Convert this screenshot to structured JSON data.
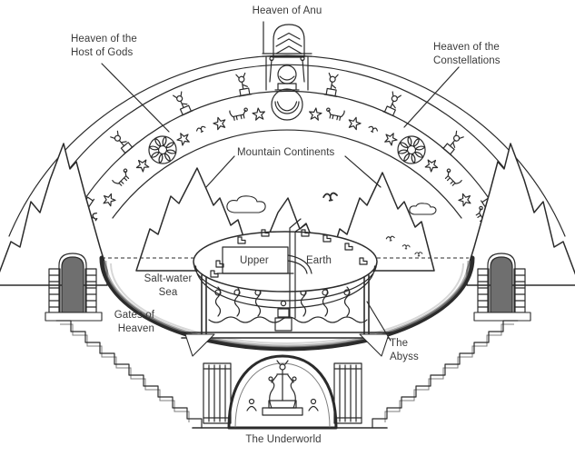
{
  "labels": {
    "heaven_of_anu": "Heaven of Anu",
    "host_of_gods": [
      "Heaven of the",
      "Host of Gods"
    ],
    "constellations": [
      "Heaven of the",
      "Constellations"
    ],
    "mountain_continents": "Mountain Continents",
    "salt_water_sea": [
      "Salt-water",
      "Sea"
    ],
    "gates_of_heaven": [
      "Gates of",
      "Heaven"
    ],
    "upper": "Upper",
    "earth": "Earth",
    "the_abyss": [
      "The",
      "Abyss"
    ],
    "the_underworld": "The Underworld"
  },
  "colors": {
    "ink": "#2b2b2b",
    "text": "#3a3a3a",
    "bg": "#ffffff",
    "door": "#6f6f6f",
    "shade": "#8a8a8a"
  }
}
